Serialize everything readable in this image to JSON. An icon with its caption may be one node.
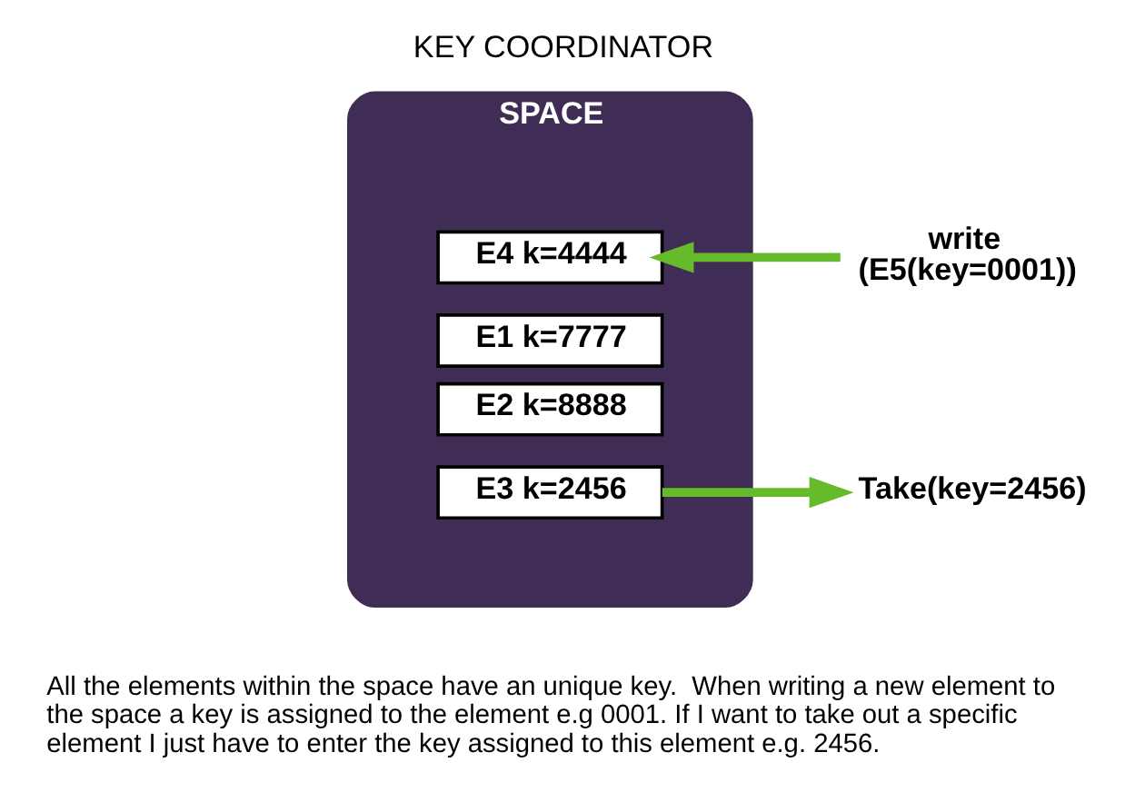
{
  "diagram": {
    "title": "KEY COORDINATOR",
    "caption": "All the elements within the space have an unique key.  When writing a new element to the space a key is assigned to the element e.g 0001. If I want to take out a specific element I just have to enter the key assigned to this element e.g. 2456.",
    "nodes": [
      {
        "text": [
          "SPACE"
        ]
      },
      {
        "text": [
          "E4 k=4444"
        ],
        "in": 0
      },
      {
        "text": [
          "E1 k=7777"
        ],
        "in": 0
      },
      {
        "text": [
          "E2 k=8888"
        ],
        "in": 0
      },
      {
        "text": [
          "E3 k=2456"
        ],
        "in": 0
      },
      {
        "text": [
          "write (E5(key=0001))"
        ]
      },
      {
        "text": [
          "Take(key=2456)"
        ]
      }
    ],
    "edges": [
      {
        "from": 5,
        "to": 1,
        "arrow": "to"
      },
      {
        "from": 4,
        "to": 6,
        "arrow": "to"
      }
    ]
  }
}
